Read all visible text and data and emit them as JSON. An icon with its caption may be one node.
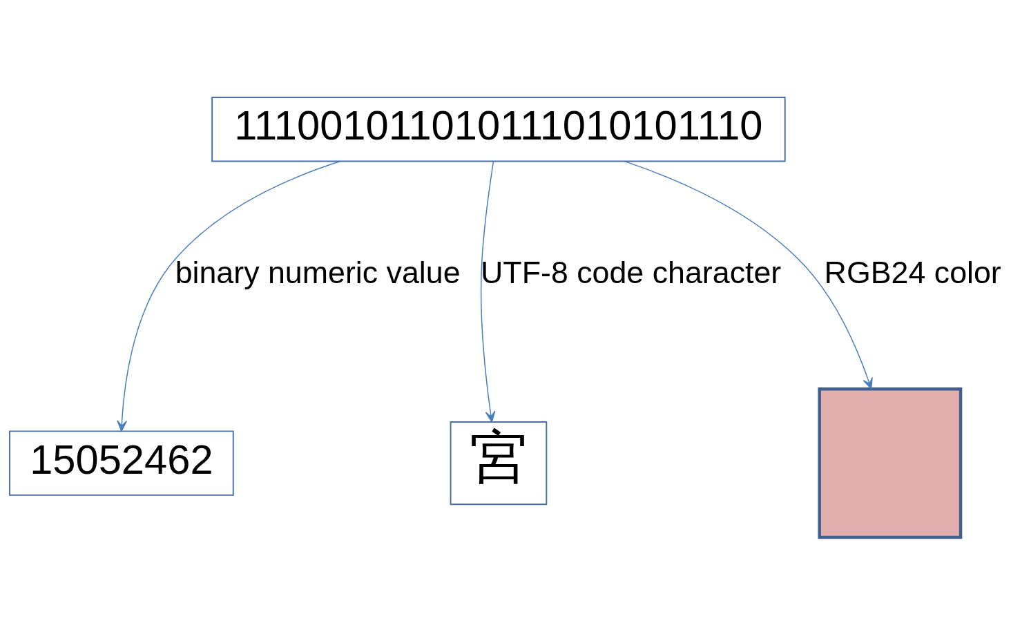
{
  "diagram": {
    "nodes": [
      {
        "text": [
          "111001011010111010101110"
        ]
      },
      {
        "text": [
          "15052462"
        ]
      },
      {
        "text": [
          "宮"
        ]
      },
      {
        "text": [],
        "shape": "box"
      }
    ],
    "edges": [
      {
        "from": 0,
        "to": 1,
        "arrow": "to",
        "label": "binary numeric value"
      },
      {
        "from": 0,
        "to": 2,
        "arrow": "to",
        "label": "UTF-8 code character"
      },
      {
        "from": 0,
        "to": 3,
        "arrow": "to",
        "label": "RGB24 color"
      }
    ]
  }
}
